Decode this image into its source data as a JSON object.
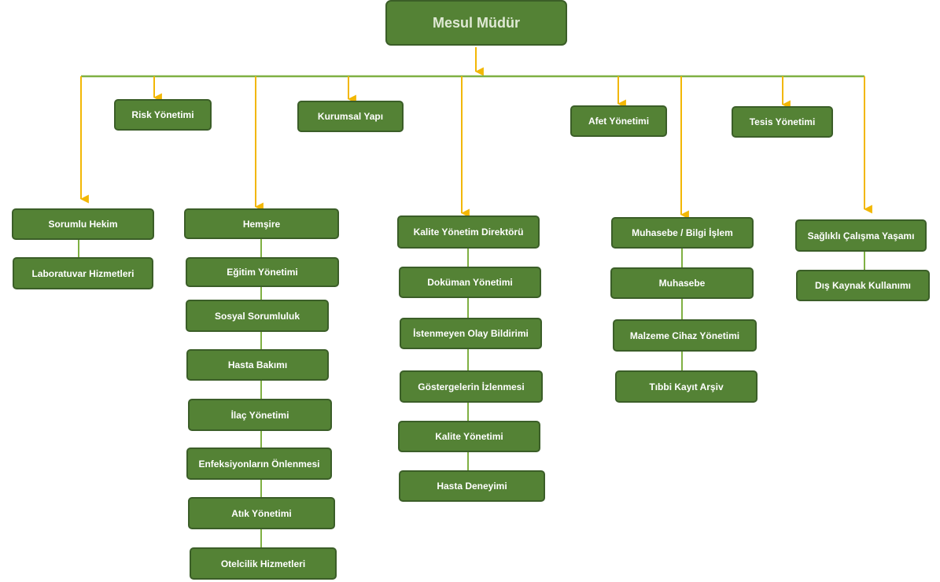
{
  "root": {
    "label": "Mesul Müdür"
  },
  "staff": {
    "risk": "Risk Yönetimi",
    "kurumsal": "Kurumsal Yapı",
    "afet": "Afet Yönetimi",
    "tesis": "Tesis  Yönetimi"
  },
  "columns": [
    {
      "head": "Sorumlu Hekim",
      "items": [
        "Laboratuvar Hizmetleri"
      ]
    },
    {
      "head": "Hemşire",
      "items": [
        "Eğitim Yönetimi",
        "Sosyal Sorumluluk",
        "Hasta Bakımı",
        "İlaç Yönetimi",
        "Enfeksiyonların Önlenmesi",
        "Atık Yönetimi",
        "Otelcilik Hizmetleri"
      ]
    },
    {
      "head": "Kalite Yönetim  Direktörü",
      "items": [
        "Doküman Yönetimi",
        "İstenmeyen Olay Bildirimi",
        "Göstergelerin İzlenmesi",
        "Kalite Yönetimi",
        "Hasta Deneyimi"
      ]
    },
    {
      "head": "Muhasebe / Bilgi İşlem",
      "items": [
        "Muhasebe",
        "Malzeme Cihaz Yönetimi",
        "Tıbbi Kayıt Arşiv"
      ]
    },
    {
      "head": "Sağlıklı Çalışma Yaşamı",
      "items": [
        "Dış Kaynak Kullanımı"
      ]
    }
  ],
  "colors": {
    "box_fill": "#548235",
    "box_border": "#3b5e28",
    "arrow": "#f2b705",
    "bus_line": "#7fb043"
  }
}
